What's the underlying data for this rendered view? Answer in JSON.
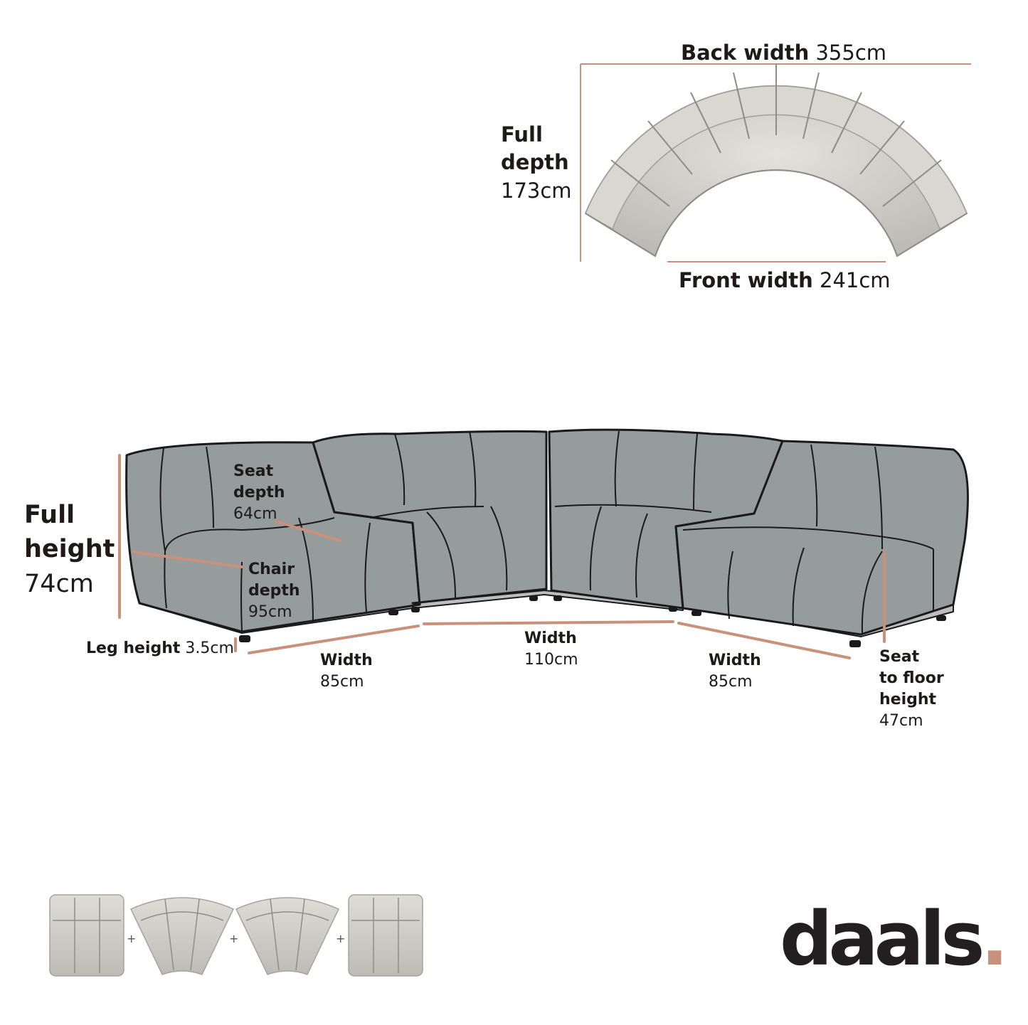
{
  "top_view": {
    "back_width": {
      "label": "Back width",
      "value": "355cm"
    },
    "front_width": {
      "label": "Front width",
      "value": "241cm"
    },
    "full_depth": {
      "label_line1": "Full",
      "label_line2": "depth",
      "value": "173cm"
    }
  },
  "front_view": {
    "full_height": {
      "label_line1": "Full",
      "label_line2": "height",
      "value": "74cm"
    },
    "seat_depth": {
      "label_line1": "Seat",
      "label_line2": "depth",
      "value": "64cm"
    },
    "chair_depth": {
      "label_line1": "Chair",
      "label_line2": "depth",
      "value": "95cm"
    },
    "leg_height": {
      "label": "Leg height",
      "value": "3.5cm"
    },
    "width_left": {
      "label": "Width",
      "value": "85cm"
    },
    "width_middle": {
      "label": "Width",
      "value": "110cm"
    },
    "width_right": {
      "label": "Width",
      "value": "85cm"
    },
    "seat_to_floor": {
      "label_line1": "Seat",
      "label_line2": "to floor",
      "label_line3": "height",
      "value": "47cm"
    }
  },
  "modules": {
    "separator": "+"
  },
  "brand": {
    "name": "daals",
    "dot": "."
  },
  "colors": {
    "accent": "#c9917b",
    "sofa_fill": "#969c9c",
    "outline": "#1a1a1a",
    "fabric": "#d6d4cf"
  }
}
